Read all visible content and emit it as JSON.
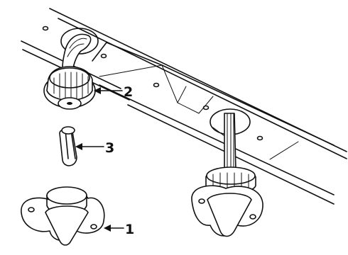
{
  "callouts": [
    {
      "number": "1",
      "part": "lamp housing"
    },
    {
      "number": "2",
      "part": "socket"
    },
    {
      "number": "3",
      "part": "bulb"
    }
  ],
  "colors": {
    "ink": "#111111",
    "background": "#ffffff"
  }
}
